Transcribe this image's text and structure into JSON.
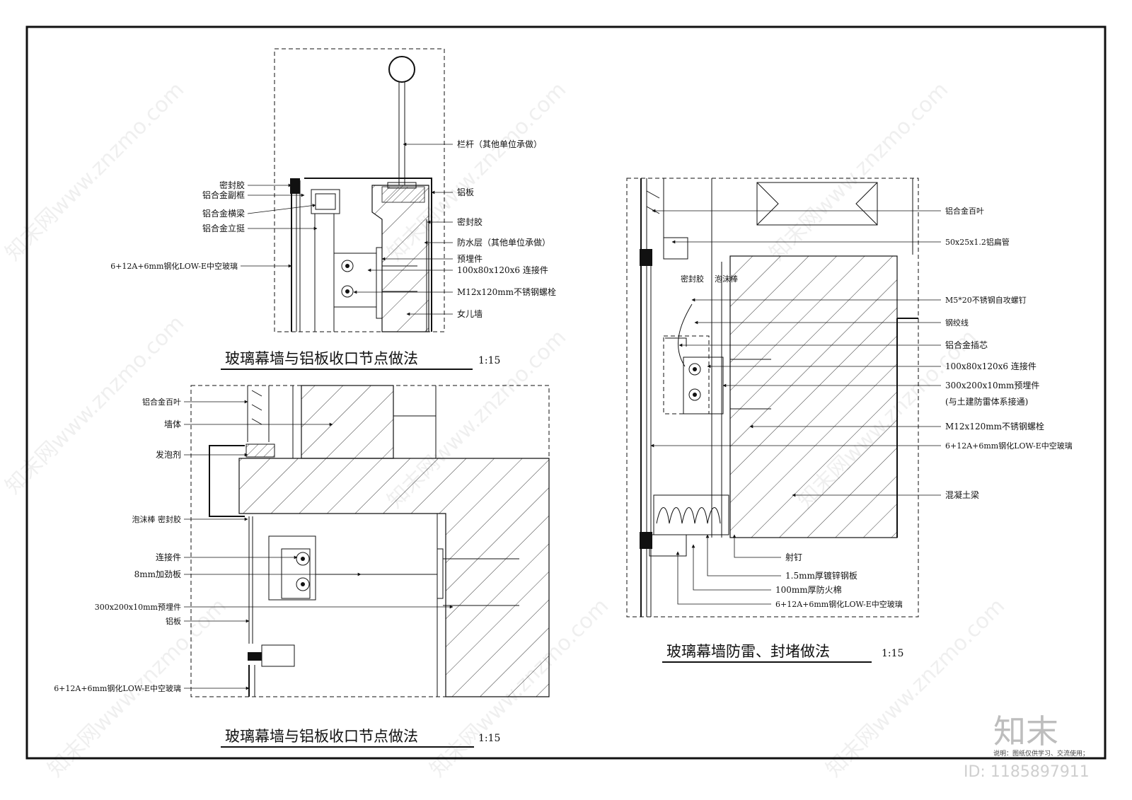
{
  "detail_a": {
    "title": "玻璃幕墙与铝板收口节点做法",
    "scale": "1:15",
    "labels_left": [
      "密封胶",
      "铝合金副框",
      "铝合金横梁",
      "铝合金立挺",
      "6+12A+6mm钢化LOW-E中空玻璃"
    ],
    "labels_right": [
      "栏杆（其他单位承做）",
      "铝板",
      "密封胶",
      "防水层（其他单位承做）",
      "预埋件",
      "100x80x120x6 连接件",
      "M12x120mm不锈钢螺栓",
      "女儿墙"
    ]
  },
  "detail_b": {
    "title": "玻璃幕墙与铝板收口节点做法",
    "scale": "1:15",
    "labels_left": [
      "铝合金百叶",
      "墙体",
      "发泡剂",
      "泡沫棒 密封胶",
      "连接件",
      "8mm加劲板",
      "300x200x10mm预埋件",
      "铝板",
      "6+12A+6mm钢化LOW-E中空玻璃"
    ]
  },
  "detail_c": {
    "title": "玻璃幕墙防雷、封堵做法",
    "scale": "1:15",
    "labels_inner": [
      "密封胶",
      "泡沫棒"
    ],
    "labels_right": [
      "铝合金百叶",
      "50x25x1.2铝扁管",
      "M5*20不锈钢自攻螺钉",
      "钢绞线",
      "铝合金插芯",
      "100x80x120x6 连接件",
      "300x200x10mm预埋件",
      "(与土建防雷体系接通)",
      "M12x120mm不锈钢螺栓",
      "6+12A+6mm钢化LOW-E中空玻璃",
      "混凝土梁"
    ],
    "labels_bottom": [
      "射钉",
      "1.5mm厚镀锌钢板",
      "100mm厚防火棉",
      "6+12A+6mm钢化LOW-E中空玻璃"
    ]
  },
  "watermark": "知末网www.znzmo.com",
  "brand": "知末",
  "footer_note": "说明：图纸仅供学习、交流使用；",
  "id_text": "ID: 1185897911"
}
